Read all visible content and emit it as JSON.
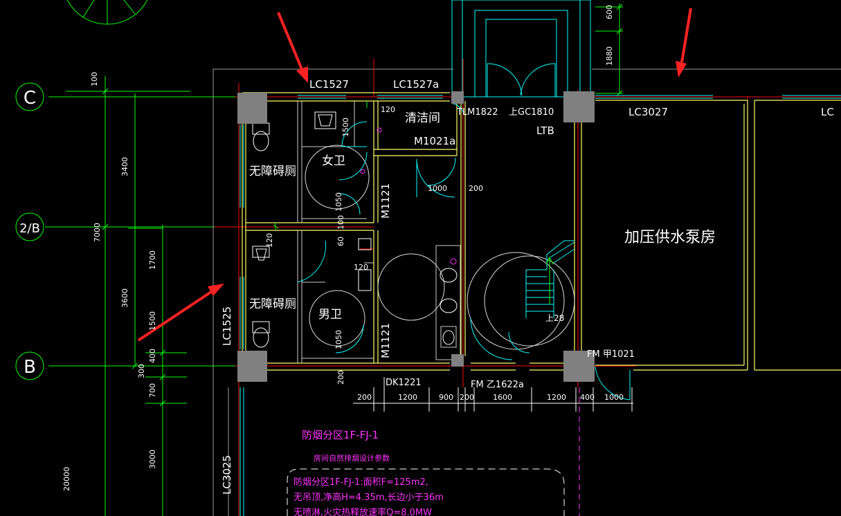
{
  "grid_axes": {
    "c": "C",
    "two_b": "2/B",
    "b": "B"
  },
  "window_labels": {
    "lc1527": "LC1527",
    "lc1527a": "LC1527a",
    "lc3027": "LC3027",
    "lc_partial": "LC",
    "lc1525": "LC1525",
    "lc3025": "LC3025"
  },
  "door_labels": {
    "tlm1822": "TLM1822",
    "m1021a": "M1021a",
    "m1121_top": "M1121",
    "m1121_bottom": "M1121",
    "fm_jia1021": "FM 甲1021",
    "fm_yi1622a": "FM 乙1622a",
    "dk1221": "DK1221"
  },
  "room_labels": {
    "cleaning_room": "清洁间",
    "accessible_wc_top": "无障碍厕",
    "accessible_wc_bottom": "无障碍厕",
    "women_wc": "女卫",
    "men_wc": "男卫",
    "pump_room": "加压供水泵房",
    "ltb": "LTB",
    "up_gc1810": "上GC1810",
    "up_28": "上28"
  },
  "left_dimensions": {
    "d100": "100",
    "d3400": "3400",
    "d7000": "7000",
    "d3600": "3600",
    "d1700": "1700",
    "d1500": "1500",
    "d400": "400",
    "d300": "300",
    "d700": "700",
    "d3000": "3000",
    "d20000": "20000"
  },
  "top_dimensions": {
    "d600": "600",
    "d1880": "1880"
  },
  "inner_dimensions": {
    "d120a": "120",
    "d1500": "1500",
    "d1000": "1000",
    "d200a": "200",
    "d1050a": "1050",
    "d100": "100",
    "d60": "60",
    "d120b": "120",
    "d120c": "120",
    "d1050b": "1050",
    "d200b": "200"
  },
  "bottom_dimensions": [
    "200",
    "1200",
    "900",
    "200",
    "1600",
    "1200",
    "400",
    "1000"
  ],
  "smoke_zone": {
    "title": "防烟分区1F-FJ-1",
    "subtitle": "房间自然排烟设计参数",
    "line1": "防烟分区1F-FJ-1:面积F=125m2,",
    "line2": "无吊顶,净高H=4.35m,长边小于36m",
    "line3": "无喷淋,火灾热释放速率Q=8.0MW"
  },
  "colors": {
    "background": "#000000",
    "wall": "#ffff66",
    "axis": "#00ff00",
    "window": "#00ffff",
    "column": "#808080",
    "arrow": "#ff2222",
    "annotation": "#ff33ff",
    "redline": "#ff0000"
  },
  "annotation_arrow_count": 3
}
